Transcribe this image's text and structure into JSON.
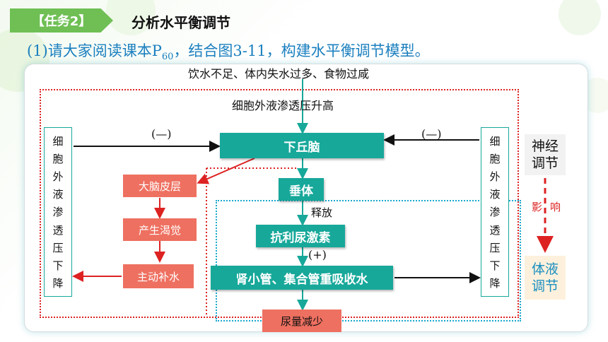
{
  "header": {
    "task_label": "【任务2】",
    "title": "分析水平衡调节"
  },
  "instruction": {
    "prefix": "(1)请大家阅读课本P",
    "subscript": "60",
    "suffix": "，结合图3-11，构建水平衡调节模型。"
  },
  "diagram": {
    "trigger": "饮水不足、体内失水过多、食物过咸",
    "osmotic_rise": "细胞外液渗透压升高",
    "hypothalamus": "下丘脑",
    "pituitary": "垂体",
    "release": "释放",
    "adh": "抗利尿激素",
    "kidney": "肾小管、集合管重吸收水",
    "urine_less": "尿量减少",
    "cortex": "大脑皮层",
    "thirst": "产生渴觉",
    "drink": "主动补水",
    "neg_left": "(—)",
    "neg_right": "(—)",
    "positive": "(+)",
    "left_column": [
      "细",
      "胞",
      "外",
      "液",
      "渗",
      "透",
      "压",
      "下",
      "降"
    ],
    "right_column": [
      "细",
      "胞",
      "外",
      "液",
      "渗",
      "透",
      "压",
      "下",
      "降"
    ],
    "neural": "神经调节",
    "influence": [
      "影",
      "响"
    ],
    "humoral": "体液调节"
  },
  "colors": {
    "accent_green": "#6fbf54",
    "instruction_blue": "#1a7fbf",
    "teal": "#17a89a",
    "salmon": "#ee7060",
    "red": "#d22222",
    "cyan": "#19a7cf"
  }
}
